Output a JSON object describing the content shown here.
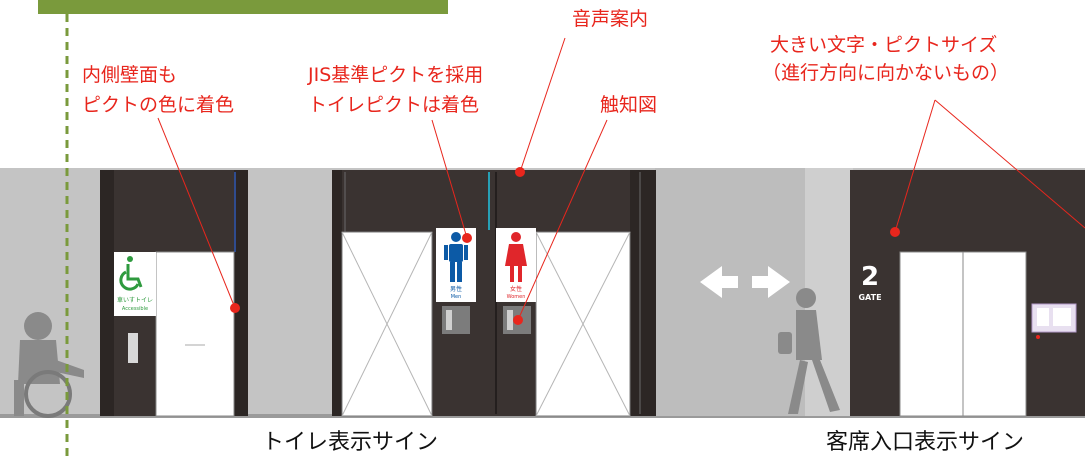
{
  "annotations": {
    "inner_wall_line1": "内側壁面も",
    "inner_wall_line2": "ピクトの色に着色",
    "jis_line1": "JIS基準ピクトを採用",
    "jis_line2": "トイレピクトは着色",
    "voice_guide": "音声案内",
    "tactile_map": "触知図",
    "large_text_line1": "大きい文字・ピクトサイズ",
    "large_text_line2": "（進行方向に向かないもの）"
  },
  "captions": {
    "toilet": "トイレ表示サイン",
    "entrance": "客席入口表示サイン"
  },
  "signs": {
    "accessible_label": "車いすトイレ",
    "accessible_sub": "Accessible",
    "men_label": "男性",
    "men_sub": "Men",
    "women_label": "女性",
    "women_sub": "Women",
    "gate_number": "2",
    "gate_label": "GATE"
  },
  "colors": {
    "annotation": "#e8261d",
    "frame_green": "#7a9a3c",
    "men_blue": "#0c5aa6",
    "women_red": "#e0262b",
    "accessible_green": "#2e9a3e",
    "wall_dark": "#3a3331"
  }
}
